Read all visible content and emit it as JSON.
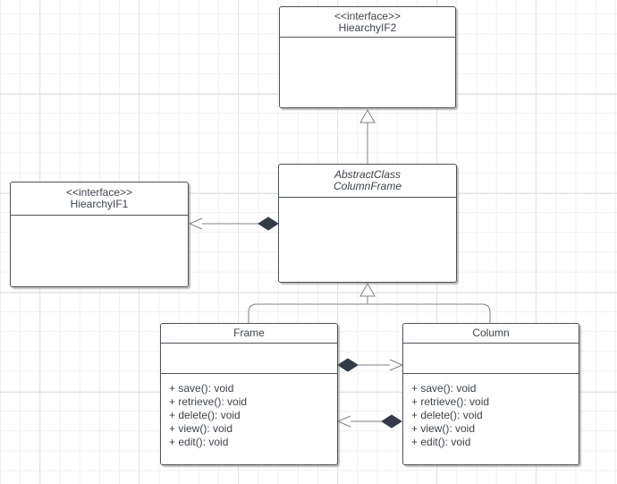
{
  "diagram": {
    "type": "uml-class-diagram",
    "colors": {
      "background": "#ffffff",
      "grid_minor": "#f0f0f0",
      "grid_major": "#e3e3e3",
      "box_border": "#4d5359",
      "box_fill": "#ffffff",
      "connector_line": "#7b828a",
      "diamond_fill": "#323b47",
      "text": "#3d434a"
    }
  },
  "classes": {
    "hiearchy_if2": {
      "stereotype": "<<interface>>",
      "name": "HiearchyIF2"
    },
    "hiearchy_if1": {
      "stereotype": "<<interface>>",
      "name": "HiearchyIF1"
    },
    "column_frame": {
      "stereotype": "AbstractClass",
      "name": "ColumnFrame"
    },
    "frame": {
      "name": "Frame",
      "methods": [
        "+ save(): void",
        "+ retrieve(): void",
        "+ delete(): void",
        "+ view(): void",
        "+ edit(): void"
      ]
    },
    "column": {
      "name": "Column",
      "methods": [
        "+ save(): void",
        "+ retrieve(): void",
        "+ delete(): void",
        "+ view(): void",
        "+ edit(): void"
      ]
    }
  },
  "relationships": [
    {
      "from": "ColumnFrame",
      "to": "HiearchyIF2",
      "type": "generalization",
      "marker": "hollow-triangle-at-HiearchyIF2"
    },
    {
      "from": "ColumnFrame",
      "to": "HiearchyIF1",
      "type": "composition",
      "marker": "filled-diamond-at-ColumnFrame, open-arrow-at-HiearchyIF1"
    },
    {
      "from": "Frame",
      "to": "ColumnFrame",
      "type": "generalization",
      "marker": "hollow-triangle-at-ColumnFrame"
    },
    {
      "from": "Column",
      "to": "ColumnFrame",
      "type": "generalization",
      "marker": "hollow-triangle-at-ColumnFrame"
    },
    {
      "from": "Frame",
      "to": "Column",
      "type": "composition",
      "marker": "filled-diamond-at-Frame, open-arrow-at-Column"
    },
    {
      "from": "Column",
      "to": "Frame",
      "type": "composition",
      "marker": "filled-diamond-at-Column, open-arrow-at-Frame"
    }
  ]
}
